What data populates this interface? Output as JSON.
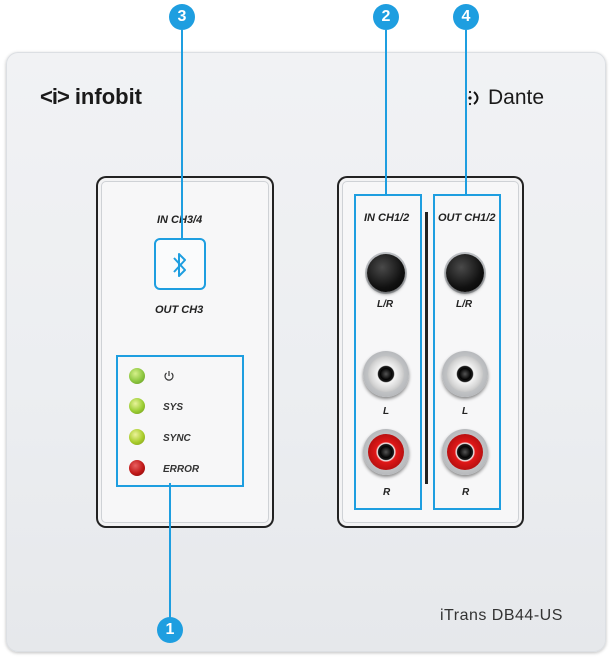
{
  "brand": {
    "left": "infobit",
    "left_mark": "<i>",
    "right": "Dante"
  },
  "model": "iTrans DB44-US",
  "callouts": [
    "1",
    "2",
    "3",
    "4"
  ],
  "left_module": {
    "top_label": "IN CH3/4",
    "bottom_label": "OUT CH3",
    "bluetooth_icon": "bluetooth-icon",
    "leds": [
      {
        "label": "",
        "icon": "power-icon",
        "color": "#8cc63f"
      },
      {
        "label": "SYS",
        "color": "#9acd32"
      },
      {
        "label": "SYNC",
        "color": "#a8cc2a"
      },
      {
        "label": "ERROR",
        "color": "#c01818"
      }
    ]
  },
  "right_module": {
    "in_label": "IN CH1/2",
    "out_label": "OUT CH1/2",
    "knob_label": "L/R",
    "l_label": "L",
    "r_label": "R"
  },
  "colors": {
    "highlight": "#1e9ee0"
  }
}
